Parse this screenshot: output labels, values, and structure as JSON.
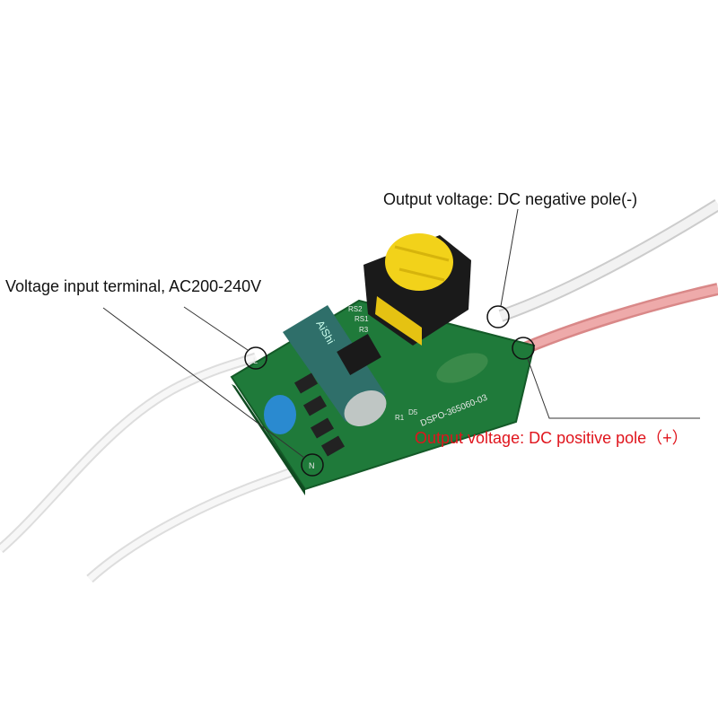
{
  "annotations": {
    "input_terminal": "Voltage input terminal, AC200-240V",
    "negative_pole": "Output voltage: DC negative pole(-)",
    "positive_pole": "Output voltage: DC positive pole（+）"
  },
  "board_markings": {
    "pcb_code": "DSPO-365060-03",
    "capacitor_brand": "AiShi",
    "refs": [
      "RS2",
      "RS1",
      "R3",
      "R1",
      "D5"
    ],
    "terminal_l": "L",
    "terminal_n": "N"
  },
  "colors": {
    "pcb": "#1f7a3a",
    "transformer": "#f2d21a",
    "capacitor": "#2f6f6a",
    "positive_label": "#e0141c",
    "wire_positive": "#e89a9a"
  }
}
